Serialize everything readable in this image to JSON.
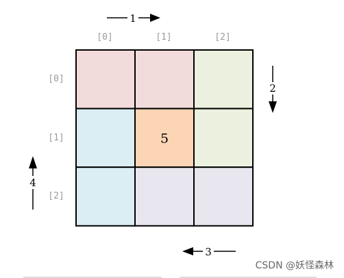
{
  "grid": {
    "col_labels": [
      "[0]",
      "[1]",
      "[2]"
    ],
    "row_labels": [
      "[0]",
      "[1]",
      "[2]"
    ],
    "cells": [
      [
        {
          "color": "#f2dcdb",
          "text": ""
        },
        {
          "color": "#f2dcdb",
          "text": ""
        },
        {
          "color": "#ebf1de",
          "text": ""
        }
      ],
      [
        {
          "color": "#dbeef3",
          "text": ""
        },
        {
          "color": "#fcd5b4",
          "text": "5"
        },
        {
          "color": "#ebf1de",
          "text": ""
        }
      ],
      [
        {
          "color": "#dbeef3",
          "text": ""
        },
        {
          "color": "#e8e6ee",
          "text": ""
        },
        {
          "color": "#e8e6ee",
          "text": ""
        }
      ]
    ]
  },
  "arrows": {
    "step1": "1",
    "step2": "2",
    "step3": "3",
    "step4": "4"
  },
  "watermark": "CSDN @妖怪森林",
  "colors": {
    "border": "#000000",
    "index_label": "#9a9a9a"
  }
}
